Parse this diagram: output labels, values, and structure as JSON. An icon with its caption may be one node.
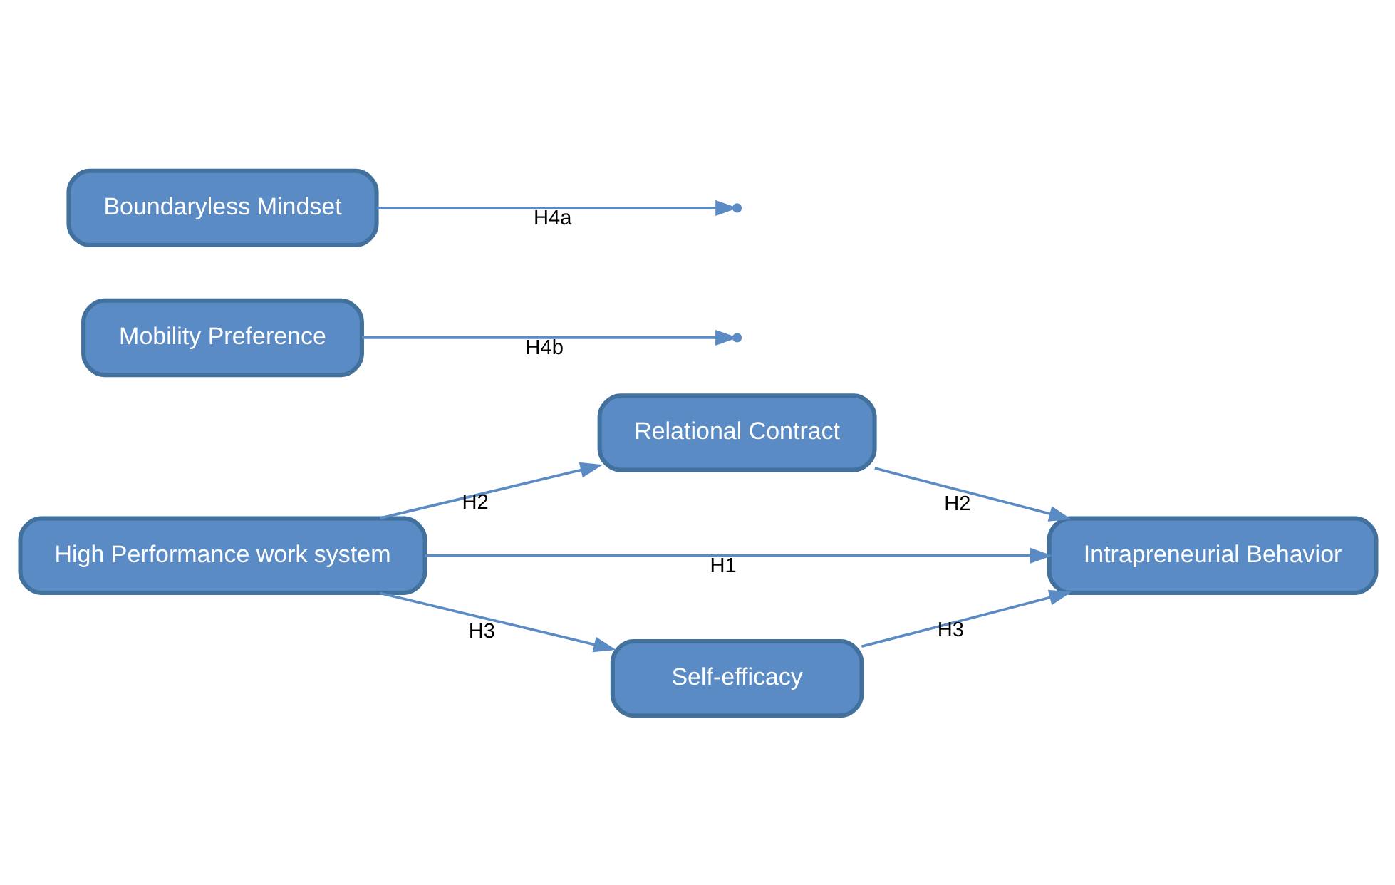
{
  "diagram": {
    "nodes": [
      {
        "text": [
          "High Performance work system"
        ]
      },
      {
        "text": [
          "Relational Contract"
        ]
      },
      {
        "text": [
          "Mobility Preference"
        ]
      },
      {
        "text": [
          "Intrapreneurial Behavior"
        ]
      },
      {
        "text": [
          "Boundaryless Mindset"
        ]
      },
      {
        "text": [
          "Self-efficacy"
        ]
      }
    ],
    "edges": [
      {
        "from": 0,
        "to": 1,
        "arrow": "to",
        "label": "H2"
      },
      {
        "from": 1,
        "to": 3,
        "arrow": "to",
        "label": "H2"
      },
      {
        "from": 0,
        "to": 3,
        "arrow": "to",
        "label": "H1"
      },
      {
        "from": 2,
        "to": null,
        "arrow": "to",
        "label": "H4b"
      },
      {
        "from": 4,
        "to": null,
        "arrow": "to",
        "label": "H4a"
      },
      {
        "from": 0,
        "to": 5,
        "arrow": "to",
        "label": "H3"
      },
      {
        "from": 5,
        "to": 3,
        "arrow": "to",
        "label": "H3"
      }
    ]
  }
}
